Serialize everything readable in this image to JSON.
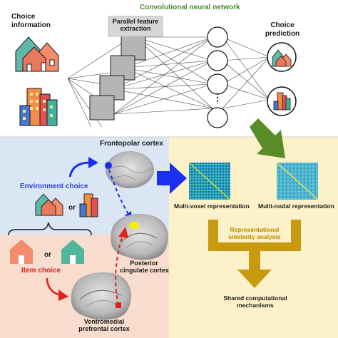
{
  "cnn": {
    "title": "Convolutional neural network",
    "choice_info": [
      "Choice",
      "information"
    ],
    "extraction": [
      "Parallel feature",
      "extraction"
    ],
    "prediction": [
      "Choice",
      "prediction"
    ],
    "ellipsis": "⋮"
  },
  "brain": {
    "frontopolar": "Frontopolar cortex",
    "environment_choice": "Environment choice",
    "or": "or",
    "item_choice": "Item choice",
    "posterior_cingulate": [
      "Posterior",
      "cingulate cortex"
    ],
    "vmpfc": [
      "Ventromedial",
      "prefrontal cortex"
    ]
  },
  "rsa": {
    "multivoxel": "Multi-voxel representation",
    "multinodal": "Multi-nodal representation",
    "analysis": [
      "Representational",
      "similarity analysis"
    ],
    "shared": [
      "Shared computational",
      "mechanisms"
    ]
  },
  "colors": {
    "cnn_bg": "#ffffff",
    "env_bg": "#dbe6f4",
    "item_bg": "#f8dccd",
    "rsa_bg": "#fcf1c8",
    "blue_arrow": "#1a2ff0",
    "green_arrow": "#5a8c2a",
    "gold_arrow": "#c79a10",
    "red": "#e0201a",
    "title_green": "#4a8a2a",
    "env_text": "#2a3fe0",
    "rsa_text": "#b88a00"
  }
}
